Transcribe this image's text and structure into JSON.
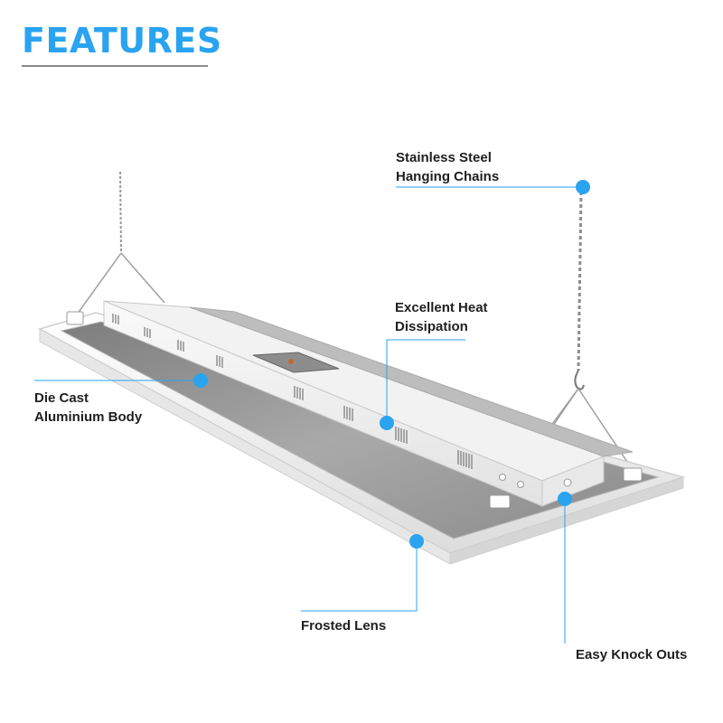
{
  "header": {
    "title": "FEATURES"
  },
  "colors": {
    "accent": "#2aa3f0",
    "text": "#1f1f1f",
    "fixture": "#f4f4f4",
    "lens": "#9a9a9a"
  },
  "features": {
    "chains": {
      "line1": "Stainless Steel",
      "line2": "Hanging Chains"
    },
    "heat": {
      "line1": "Excellent Heat",
      "line2": "Dissipation"
    },
    "body": {
      "line1": "Die Cast",
      "line2": "Aluminium Body"
    },
    "lens": {
      "line1": "Frosted Lens"
    },
    "knock": {
      "line1": "Easy Knock Outs"
    }
  }
}
